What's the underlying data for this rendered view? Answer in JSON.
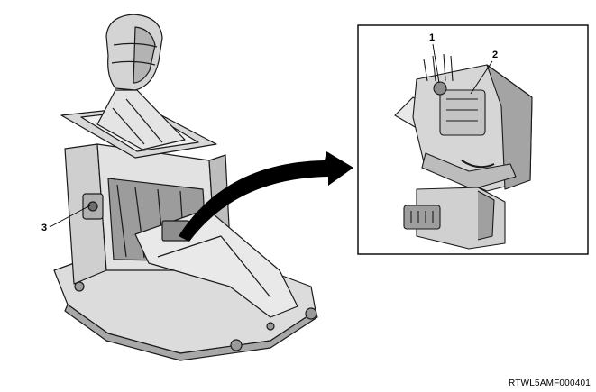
{
  "figure": {
    "code": "RTWL5AMF000401",
    "callouts": [
      {
        "label": "1"
      },
      {
        "label": "2"
      },
      {
        "label": "3"
      }
    ]
  },
  "colors": {
    "outline": "#1a1a1a",
    "light_fill": "#e6e6e6",
    "mid_fill": "#bdbdbd",
    "dark_fill": "#7a7a7a",
    "arrow": "#000000",
    "frame": "#000000"
  }
}
